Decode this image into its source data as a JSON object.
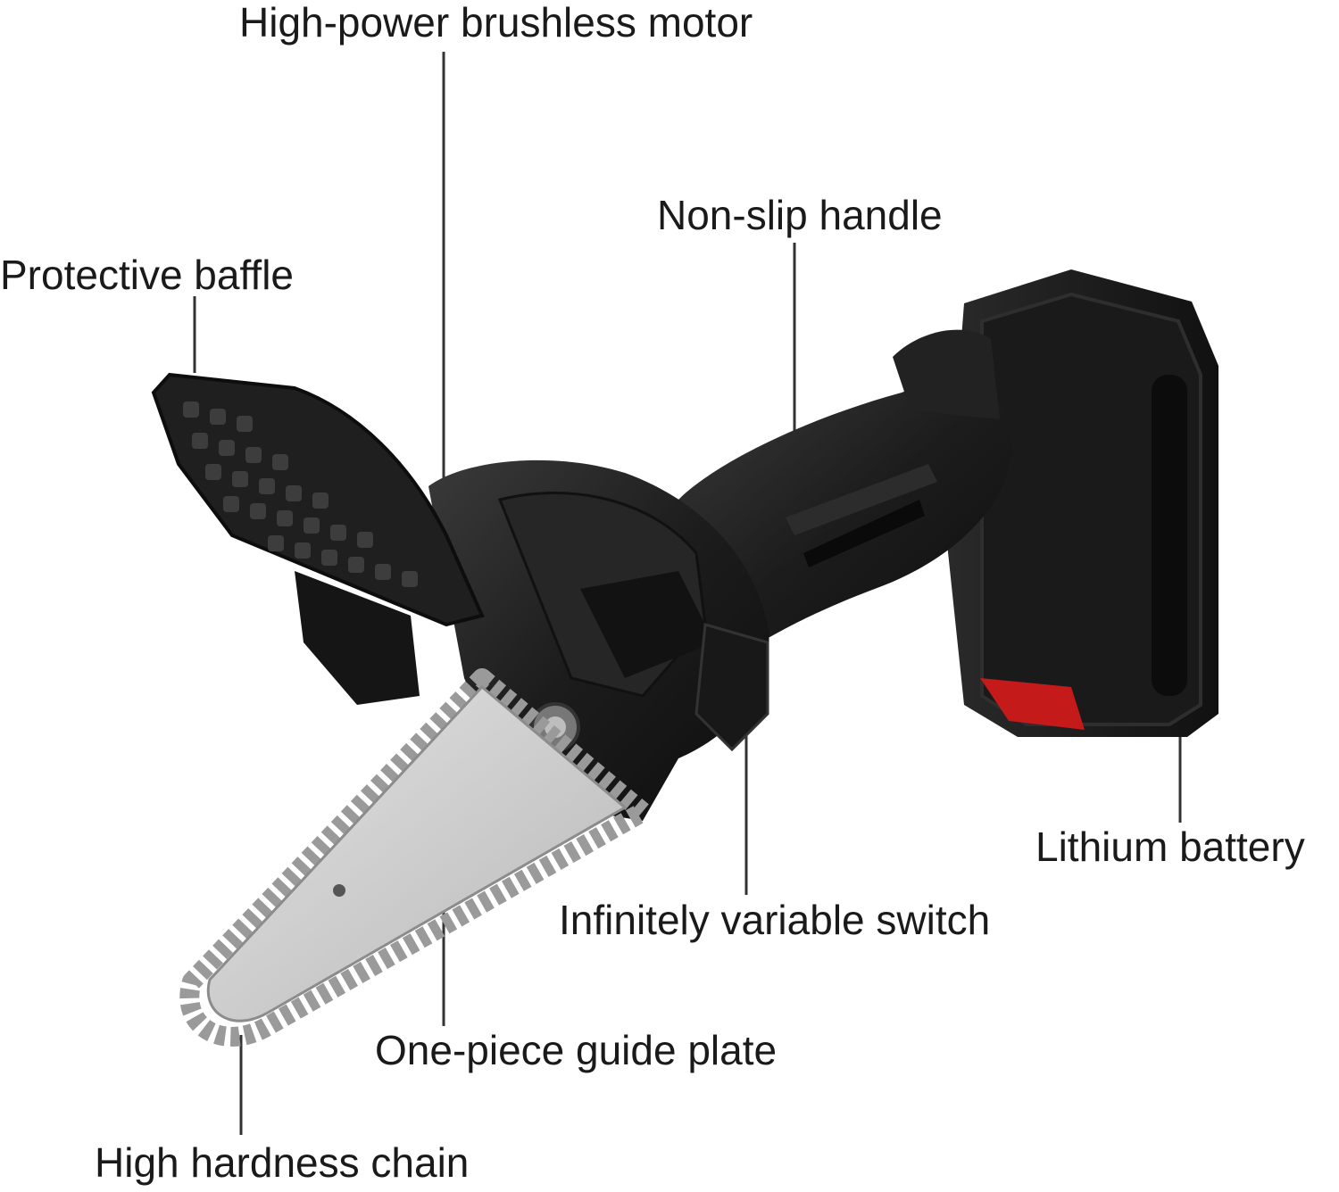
{
  "labels": {
    "motor": "High-power brushless motor",
    "handle": "Non-slip handle",
    "baffle": "Protective baffle",
    "battery": "Lithium battery",
    "switch": "Infinitely variable switch",
    "guide_plate": "One-piece guide plate",
    "chain": "High hardness chain"
  },
  "colors": {
    "body": "#1c1c1c",
    "body_highlight": "#3a3a3a",
    "bar": "#cfcfcf",
    "chain": "#9a9a9a",
    "battery_accent": "#c41a1a",
    "leader_line": "#333333",
    "text": "#1a1a1a"
  }
}
